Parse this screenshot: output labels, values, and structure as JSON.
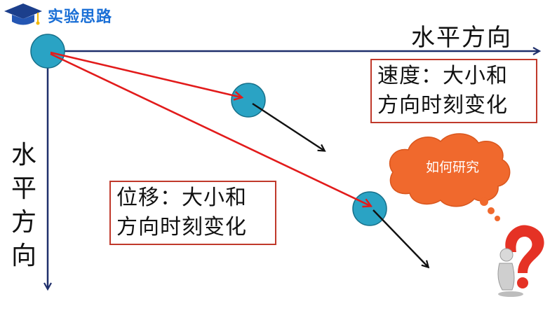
{
  "header": {
    "title": "实验思路",
    "icon": "graduation-cap-icon"
  },
  "axes": {
    "horizontal_label": "水平方向",
    "vertical_label": [
      "水",
      "平",
      "方",
      "向"
    ]
  },
  "velocity_box": {
    "lines": [
      "速度：大小和",
      "方向时刻变化"
    ]
  },
  "displacement_box": {
    "lines": [
      "位移：大小和",
      "方向时刻变化"
    ]
  },
  "thought_cloud": {
    "text": "如何研究"
  },
  "colors": {
    "ball": "#2aa3c4",
    "ball_stroke": "#16708a",
    "axis": "#1f2f6b",
    "displacement_arrow": "#e21b1b",
    "velocity_arrow": "#111111",
    "box_border": "#c0392b",
    "cloud": "#f0692d",
    "question_mark": "#e53225",
    "title": "#1a6fd6"
  }
}
